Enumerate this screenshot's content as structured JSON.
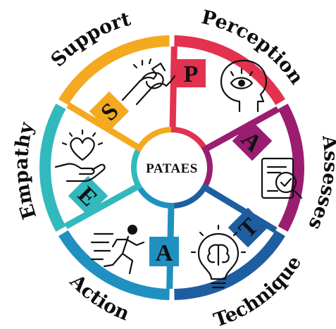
{
  "center": {
    "label": "PATAES"
  },
  "segments": [
    {
      "key": "perception",
      "title": "Perception",
      "letter": "P",
      "color": "#e2324f",
      "icon": "head-with-eye-icon"
    },
    {
      "key": "assesses",
      "title": "Assesses",
      "letter": "A",
      "color": "#9a1d6f",
      "icon": "document-magnifier-icon"
    },
    {
      "key": "technique",
      "title": "Technique",
      "letter": "T",
      "color": "#1d5ea0",
      "icon": "lightbulb-brain-icon"
    },
    {
      "key": "action",
      "title": "Action",
      "letter": "A",
      "color": "#1f90c0",
      "icon": "running-person-icon"
    },
    {
      "key": "empathy",
      "title": "Empathy",
      "letter": "E",
      "color": "#31b9bd",
      "icon": "hand-heart-icon"
    },
    {
      "key": "support",
      "title": "Support",
      "letter": "S",
      "color": "#f4a921",
      "icon": "handshake-icon"
    }
  ]
}
